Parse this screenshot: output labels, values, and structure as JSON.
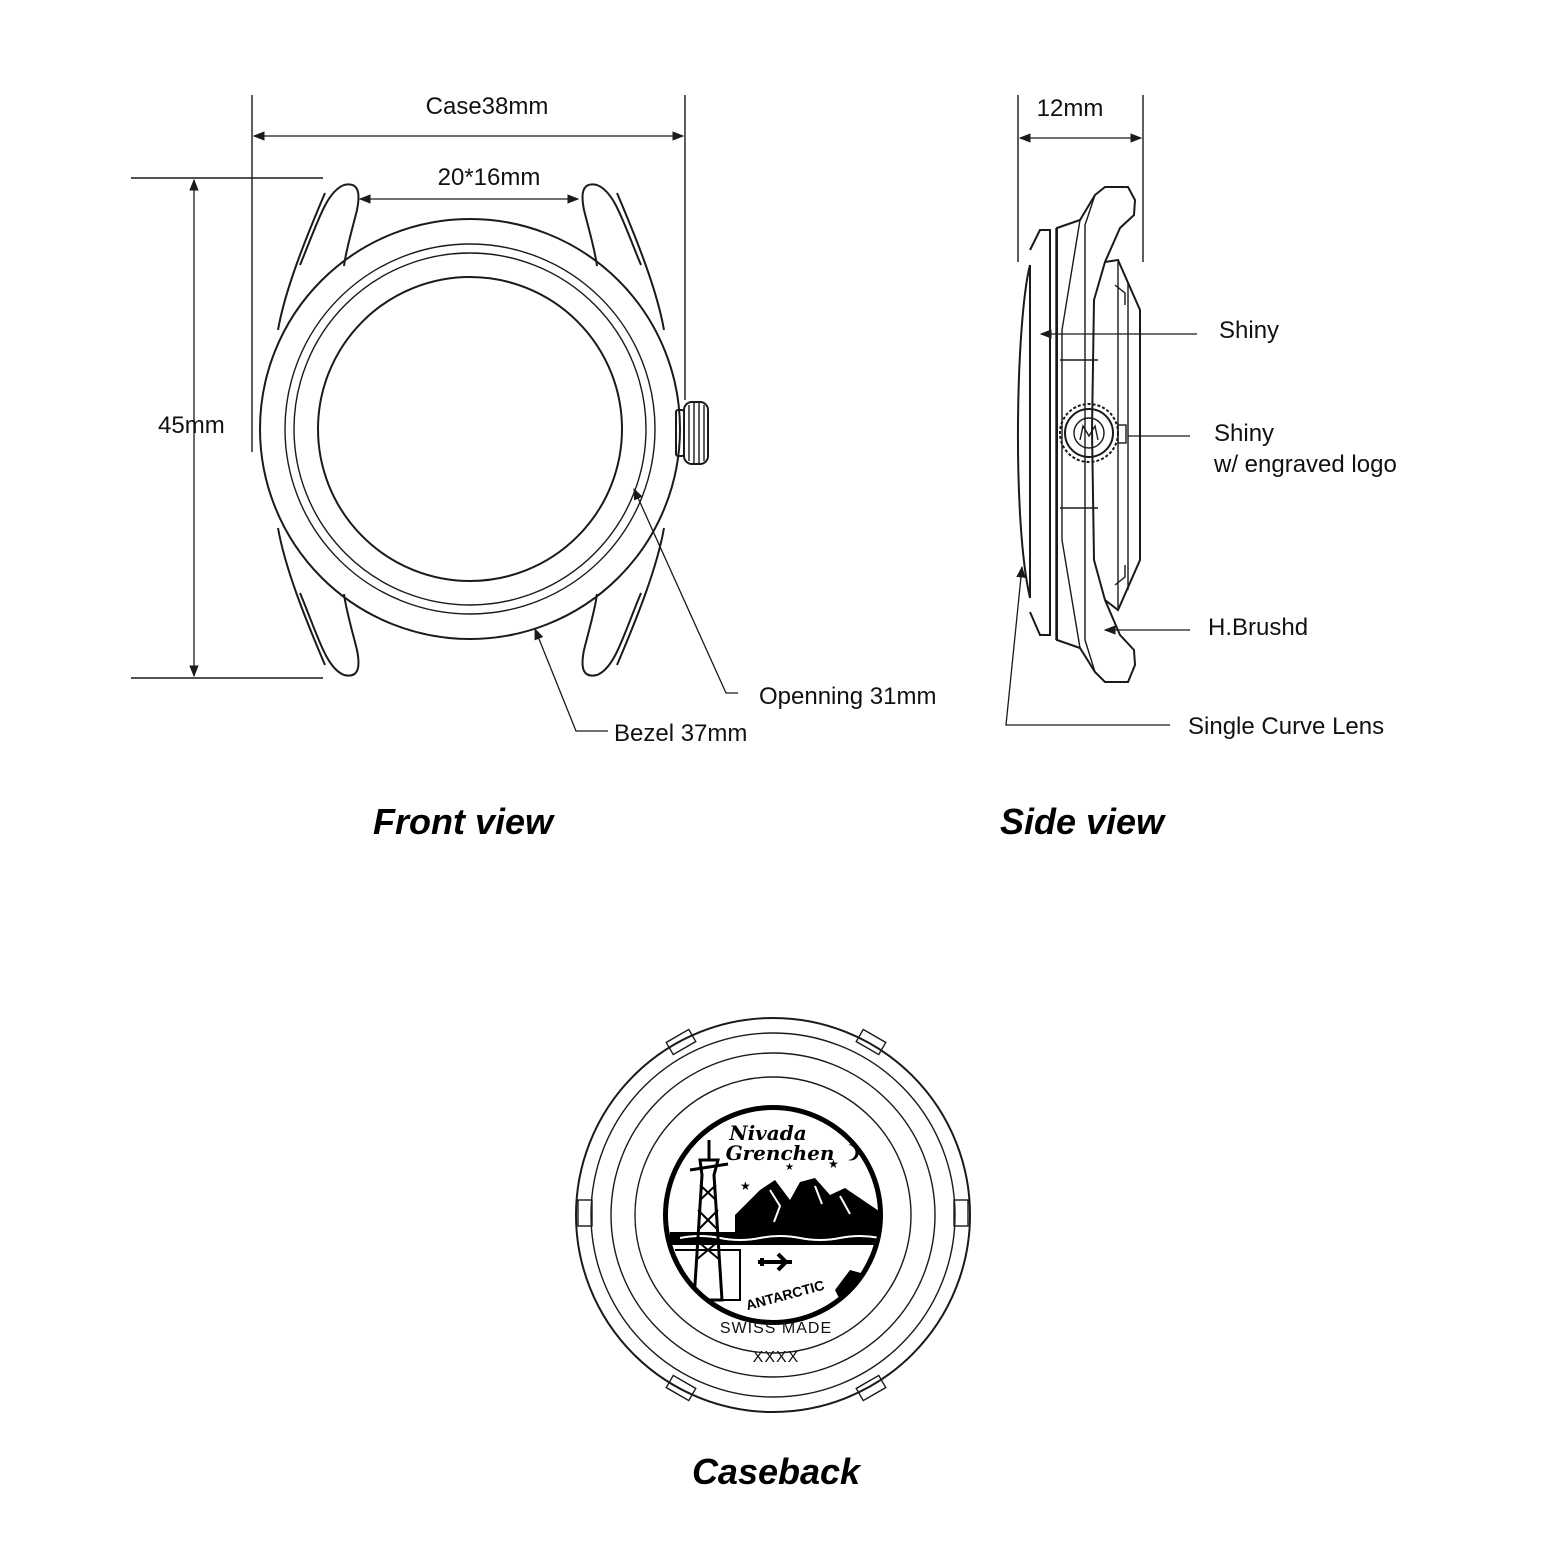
{
  "front": {
    "title": "Front view",
    "case_width": "Case38mm",
    "lug_width": "20*16mm",
    "length": "45mm",
    "opening": "Openning 31mm",
    "bezel": "Bezel 37mm"
  },
  "side": {
    "title": "Side view",
    "thickness": "12mm",
    "bezel_finish": "Shiny",
    "crown_finish": "Shiny",
    "crown_note": "w/ engraved logo",
    "case_finish": "H.Brushd",
    "lens": "Single Curve Lens"
  },
  "caseback": {
    "title": "Caseback",
    "brand_line1": "Nivada",
    "brand_line2": "Grenchen",
    "model": "ANTARCTIC",
    "origin": "SWISS MADE",
    "serial": "XXXX"
  },
  "colors": {
    "line": "#1a1a1a",
    "background": "#ffffff"
  }
}
